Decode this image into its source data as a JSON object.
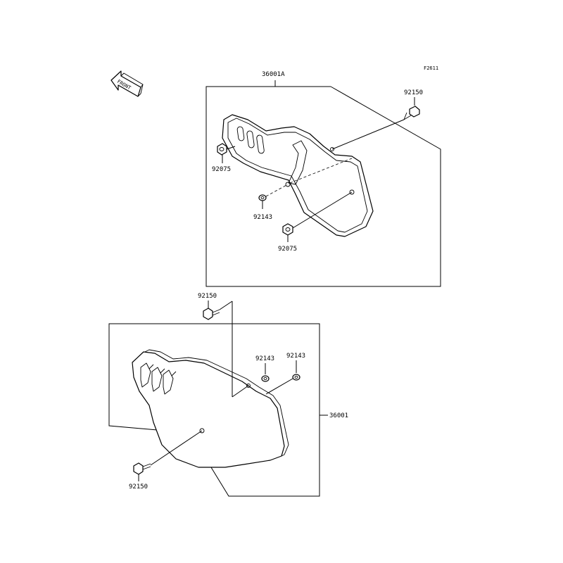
{
  "figure_code": "F2611",
  "front_label": "FRONT",
  "upper_assembly": {
    "part_number": "36001A",
    "bolt": "92150",
    "grommet_upper": "92075",
    "collar": "92143",
    "grommet_lower": "92075"
  },
  "lower_assembly": {
    "part_number": "36001",
    "bolt_upper": "92150",
    "collar_left": "92143",
    "collar_right": "92143",
    "bolt_lower": "92150"
  }
}
